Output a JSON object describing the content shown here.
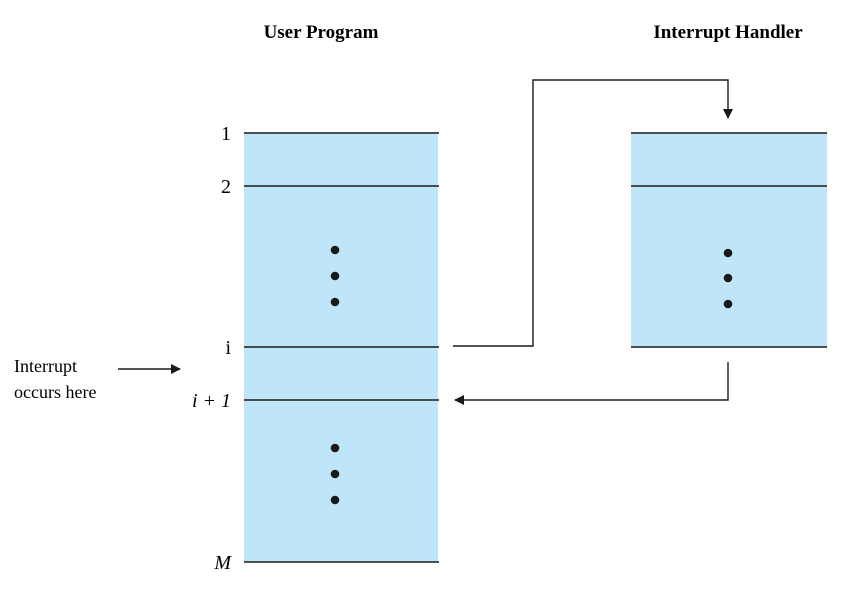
{
  "user_program": {
    "title": "User Program",
    "labels": {
      "first": "1",
      "second": "2",
      "interrupt_point": "i",
      "resume_point": "i + 1",
      "last": "M"
    }
  },
  "interrupt_handler": {
    "title": "Interrupt Handler"
  },
  "annotation": {
    "line1": "Interrupt",
    "line2": "occurs here"
  },
  "colors": {
    "block_fill": "#bfe6f8",
    "line": "#1a1a1a",
    "text": "#1a1a1a"
  }
}
